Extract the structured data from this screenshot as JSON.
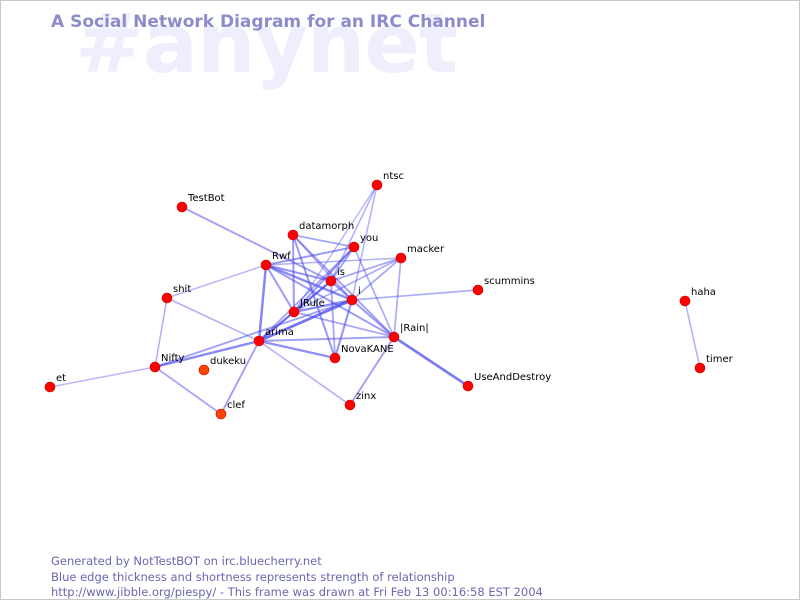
{
  "watermark": "#anynet",
  "title": "A Social Network Diagram for an IRC Channel",
  "colors": {
    "edge": "#4444ee",
    "node": "#ff0000",
    "node_alt": "#ff4400",
    "node_stroke": "#cc0000",
    "title": "#8c8ccc",
    "footer": "#6868b0"
  },
  "nodes": [
    {
      "id": "TestBot",
      "label": "TestBot"
    },
    {
      "id": "ntsc",
      "label": "ntsc"
    },
    {
      "id": "datamorph",
      "label": "datamorph"
    },
    {
      "id": "you",
      "label": "you"
    },
    {
      "id": "macker",
      "label": "macker"
    },
    {
      "id": "Rwf",
      "label": "Rwf"
    },
    {
      "id": "is",
      "label": "is"
    },
    {
      "id": "scummins",
      "label": "scummins"
    },
    {
      "id": "shit",
      "label": "shit"
    },
    {
      "id": "i",
      "label": "i"
    },
    {
      "id": "JRule",
      "label": "JRule"
    },
    {
      "id": "Rain",
      "label": "|Rain|"
    },
    {
      "id": "arima",
      "label": "arima"
    },
    {
      "id": "NovaKANE",
      "label": "NovaKANE"
    },
    {
      "id": "Nifty",
      "label": "Nifty"
    },
    {
      "id": "dukeku",
      "label": "dukeku",
      "alt": true
    },
    {
      "id": "UseAndDestroy",
      "label": "UseAndDestroy"
    },
    {
      "id": "et",
      "label": "et"
    },
    {
      "id": "zinx",
      "label": "zinx"
    },
    {
      "id": "clef",
      "label": "clef",
      "alt": true
    },
    {
      "id": "haha",
      "label": "haha"
    },
    {
      "id": "timer",
      "label": "timer"
    }
  ],
  "edges": [
    {
      "from": "TestBot",
      "to": "is",
      "strength": 0.5
    },
    {
      "from": "ntsc",
      "to": "is",
      "strength": 0.35
    },
    {
      "from": "ntsc",
      "to": "i",
      "strength": 0.35
    },
    {
      "from": "ntsc",
      "to": "JRule",
      "strength": 0.3
    },
    {
      "from": "datamorph",
      "to": "you",
      "strength": 0.45
    },
    {
      "from": "datamorph",
      "to": "JRule",
      "strength": 0.55
    },
    {
      "from": "datamorph",
      "to": "NovaKANE",
      "strength": 0.55
    },
    {
      "from": "datamorph",
      "to": "Rain",
      "strength": 0.5
    },
    {
      "from": "datamorph",
      "to": "i",
      "strength": 0.4
    },
    {
      "from": "you",
      "to": "Rwf",
      "strength": 0.55
    },
    {
      "from": "you",
      "to": "is",
      "strength": 0.5
    },
    {
      "from": "you",
      "to": "JRule",
      "strength": 0.55
    },
    {
      "from": "you",
      "to": "arima",
      "strength": 0.45
    },
    {
      "from": "you",
      "to": "Rain",
      "strength": 0.4
    },
    {
      "from": "macker",
      "to": "Rwf",
      "strength": 0.35
    },
    {
      "from": "macker",
      "to": "is",
      "strength": 0.45
    },
    {
      "from": "macker",
      "to": "i",
      "strength": 0.45
    },
    {
      "from": "macker",
      "to": "JRule",
      "strength": 0.4
    },
    {
      "from": "macker",
      "to": "Rain",
      "strength": 0.4
    },
    {
      "from": "Rwf",
      "to": "is",
      "strength": 0.6
    },
    {
      "from": "Rwf",
      "to": "i",
      "strength": 0.7
    },
    {
      "from": "Rwf",
      "to": "JRule",
      "strength": 0.55
    },
    {
      "from": "Rwf",
      "to": "arima",
      "strength": 0.75
    },
    {
      "from": "Rwf",
      "to": "Rain",
      "strength": 0.55
    },
    {
      "from": "Rwf",
      "to": "shit",
      "strength": 0.3
    },
    {
      "from": "is",
      "to": "JRule",
      "strength": 0.65
    },
    {
      "from": "is",
      "to": "i",
      "strength": 0.6
    },
    {
      "from": "is",
      "to": "arima",
      "strength": 0.5
    },
    {
      "from": "is",
      "to": "NovaKANE",
      "strength": 0.45
    },
    {
      "from": "i",
      "to": "JRule",
      "strength": 0.7
    },
    {
      "from": "i",
      "to": "arima",
      "strength": 0.9
    },
    {
      "from": "i",
      "to": "NovaKANE",
      "strength": 0.6
    },
    {
      "from": "i",
      "to": "Rain",
      "strength": 0.55
    },
    {
      "from": "i",
      "to": "scummins",
      "strength": 0.4
    },
    {
      "from": "i",
      "to": "Nifty",
      "strength": 0.5
    },
    {
      "from": "JRule",
      "to": "arima",
      "strength": 0.6
    },
    {
      "from": "JRule",
      "to": "Rain",
      "strength": 0.45
    },
    {
      "from": "Rain",
      "to": "UseAndDestroy",
      "strength": 0.85
    },
    {
      "from": "Rain",
      "to": "zinx",
      "strength": 0.5
    },
    {
      "from": "Rain",
      "to": "arima",
      "strength": 0.5
    },
    {
      "from": "arima",
      "to": "NovaKANE",
      "strength": 0.65
    },
    {
      "from": "arima",
      "to": "Nifty",
      "strength": 0.7
    },
    {
      "from": "arima",
      "to": "clef",
      "strength": 0.5
    },
    {
      "from": "arima",
      "to": "zinx",
      "strength": 0.35
    },
    {
      "from": "arima",
      "to": "shit",
      "strength": 0.35
    },
    {
      "from": "shit",
      "to": "Nifty",
      "strength": 0.35
    },
    {
      "from": "Nifty",
      "to": "et",
      "strength": 0.3
    },
    {
      "from": "Nifty",
      "to": "clef",
      "strength": 0.45
    },
    {
      "from": "haha",
      "to": "timer",
      "strength": 0.35
    }
  ],
  "footer": {
    "line1": "Generated by NotTestBOT on irc.bluecherry.net",
    "line2": "Blue edge thickness and shortness represents strength of relationship",
    "line3": "http://www.jibble.org/piespy/ - This frame was drawn at Fri Feb 13 00:16:58 EST 2004"
  }
}
